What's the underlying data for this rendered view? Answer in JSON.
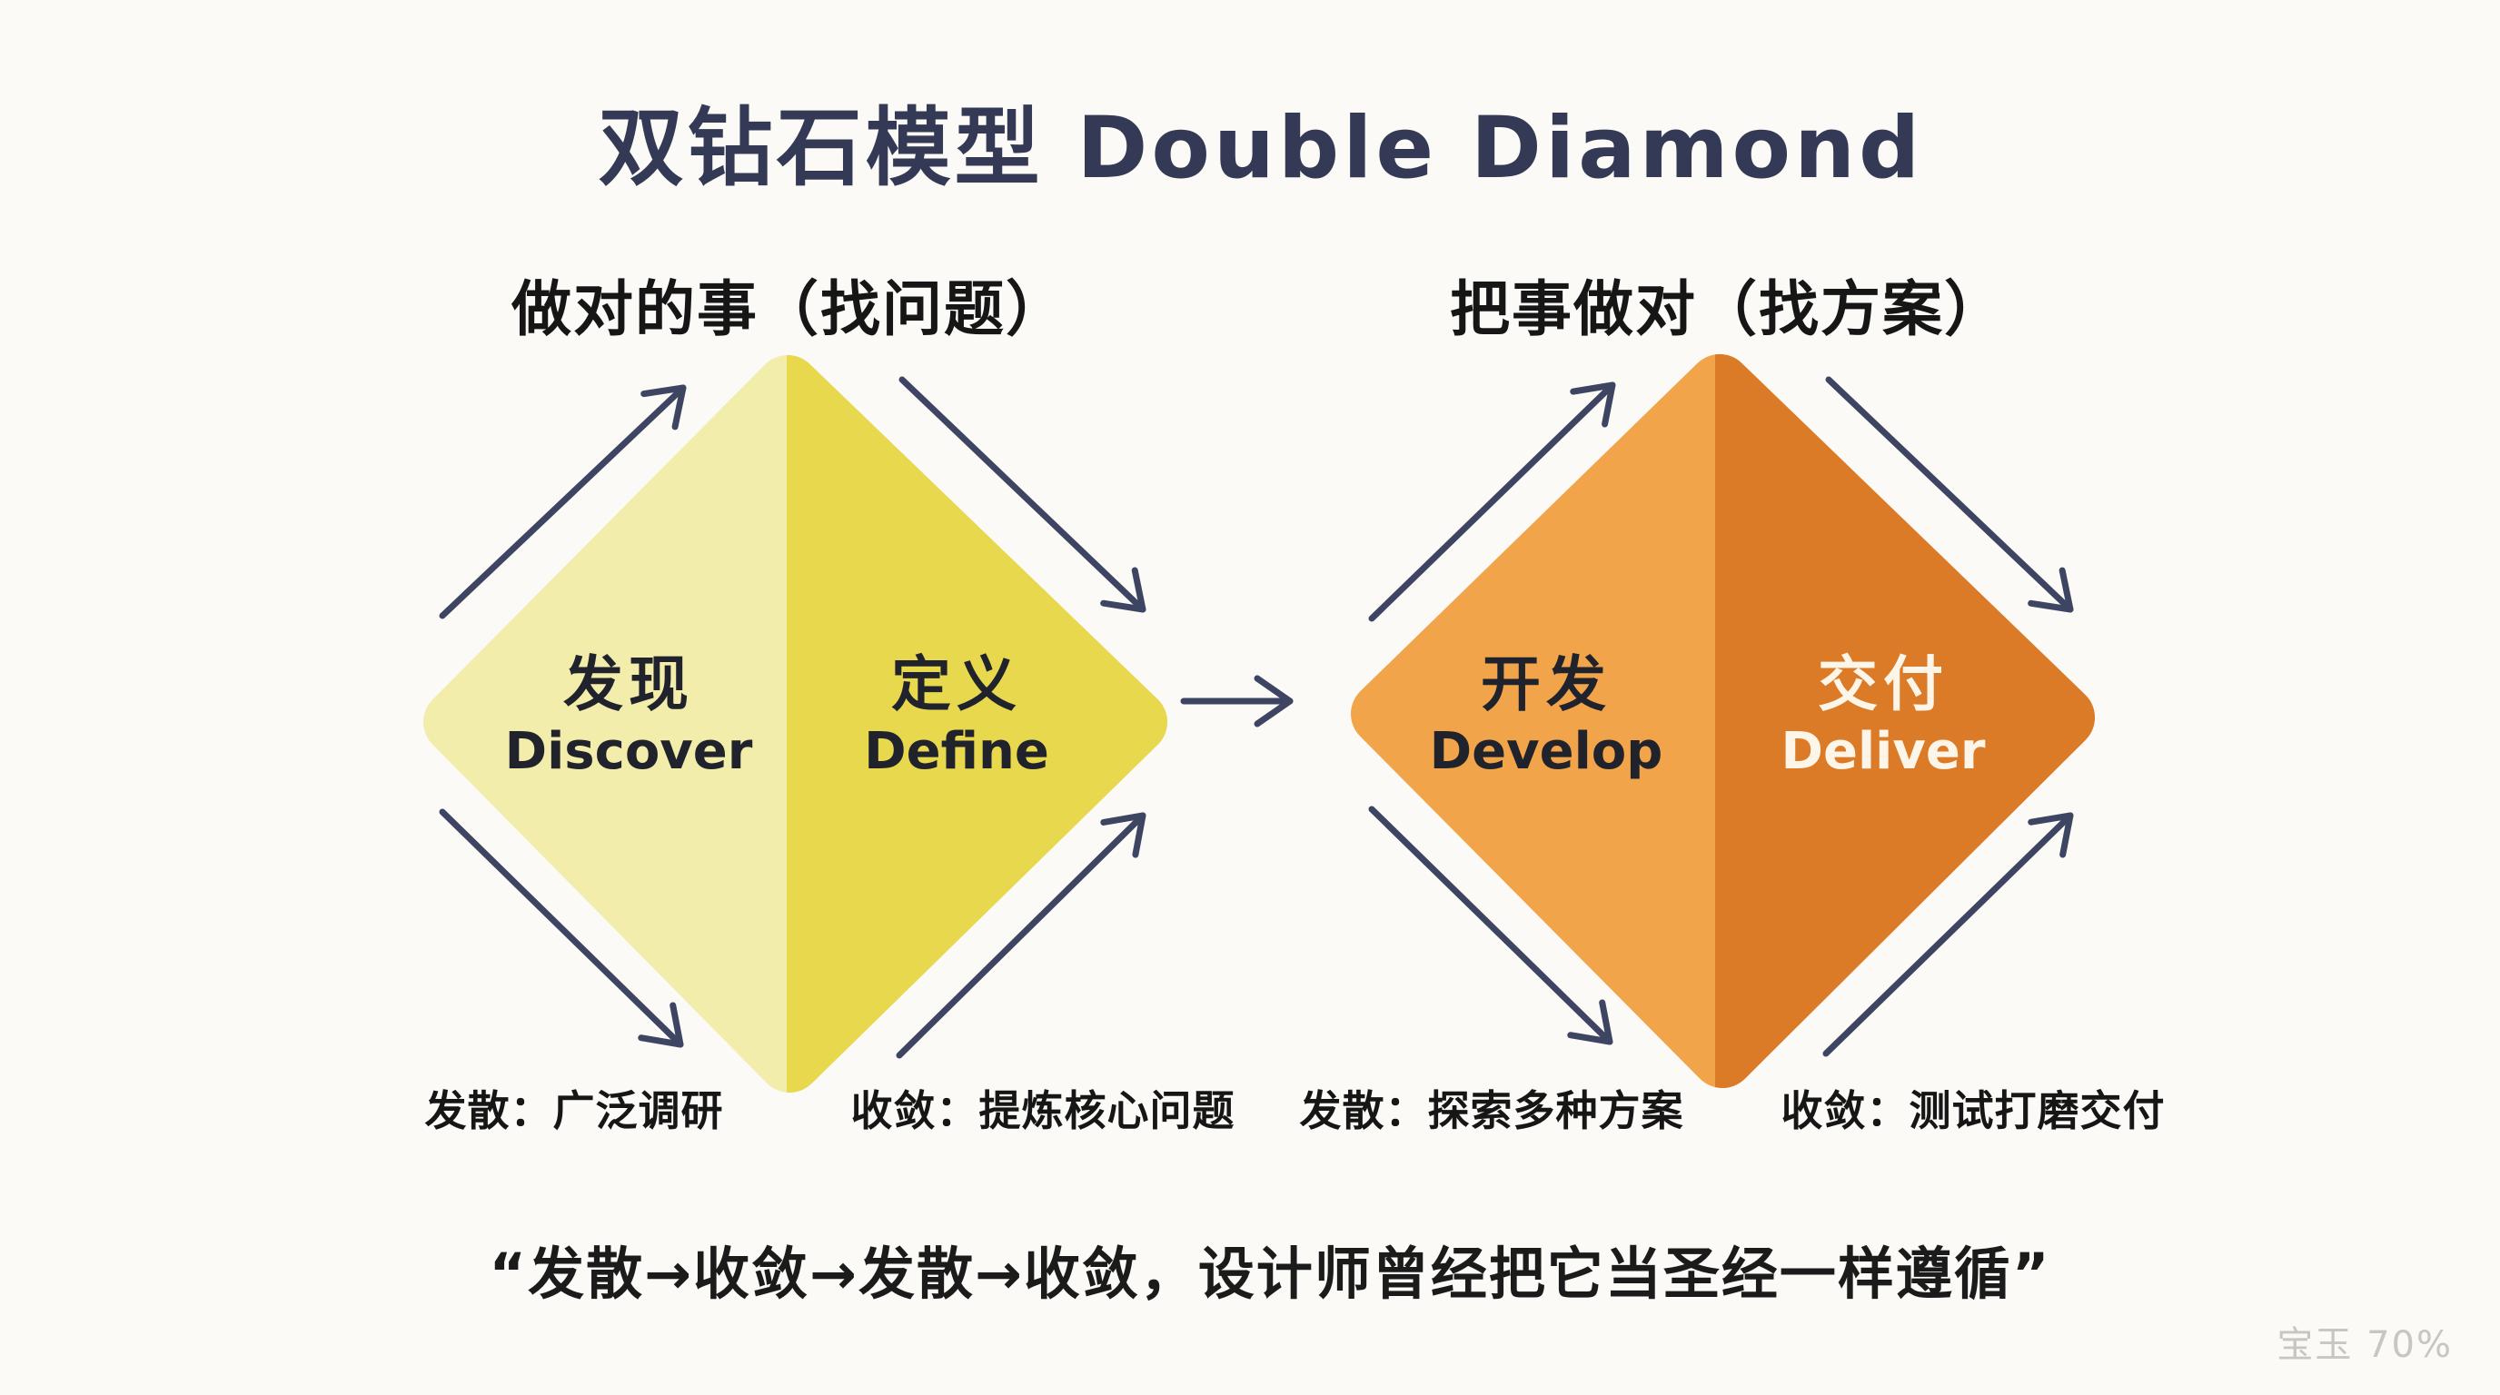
{
  "title": "双钻石模型 Double Diamond",
  "left_section": {
    "header": "做对的事（找问题）"
  },
  "right_section": {
    "header": "把事做对（找方案）"
  },
  "diamond1": {
    "discover_zh": "发现",
    "discover_en": "Discover",
    "define_zh": "定义",
    "define_en": "Define",
    "diverge_note": "发散：广泛调研",
    "converge_note": "收敛：提炼核心问题",
    "color_left": "#F3EDAC",
    "color_right": "#E8D84E"
  },
  "diamond2": {
    "develop_zh": "开发",
    "develop_en": "Develop",
    "deliver_zh": "交付",
    "deliver_en": "Deliver",
    "diverge_note": "发散：探索多种方案",
    "converge_note": "收敛：测试打磨交付",
    "color_left": "#F2A44A",
    "color_right": "#DB7A27"
  },
  "quote": "“发散→收敛→发散→收敛，设计师曾经把它当圣经一样遵循”",
  "watermark": "宝玉 70%",
  "colors": {
    "background": "#FBFAF6",
    "arrow": "#3E4563",
    "title": "#343A56",
    "text_dark": "#20232B",
    "text_light": "#FCF5E8",
    "watermark": "#C7C6C2"
  }
}
